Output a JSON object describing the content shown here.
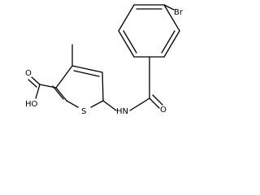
{
  "diagram": {
    "type": "chemical-structure",
    "atom_labels": {
      "bromine": "Br",
      "carboxyl_oh": "HO",
      "carboxyl_o": "O",
      "thiophene_s": "S",
      "amide_nh": "HN",
      "amide_o": "O"
    }
  }
}
